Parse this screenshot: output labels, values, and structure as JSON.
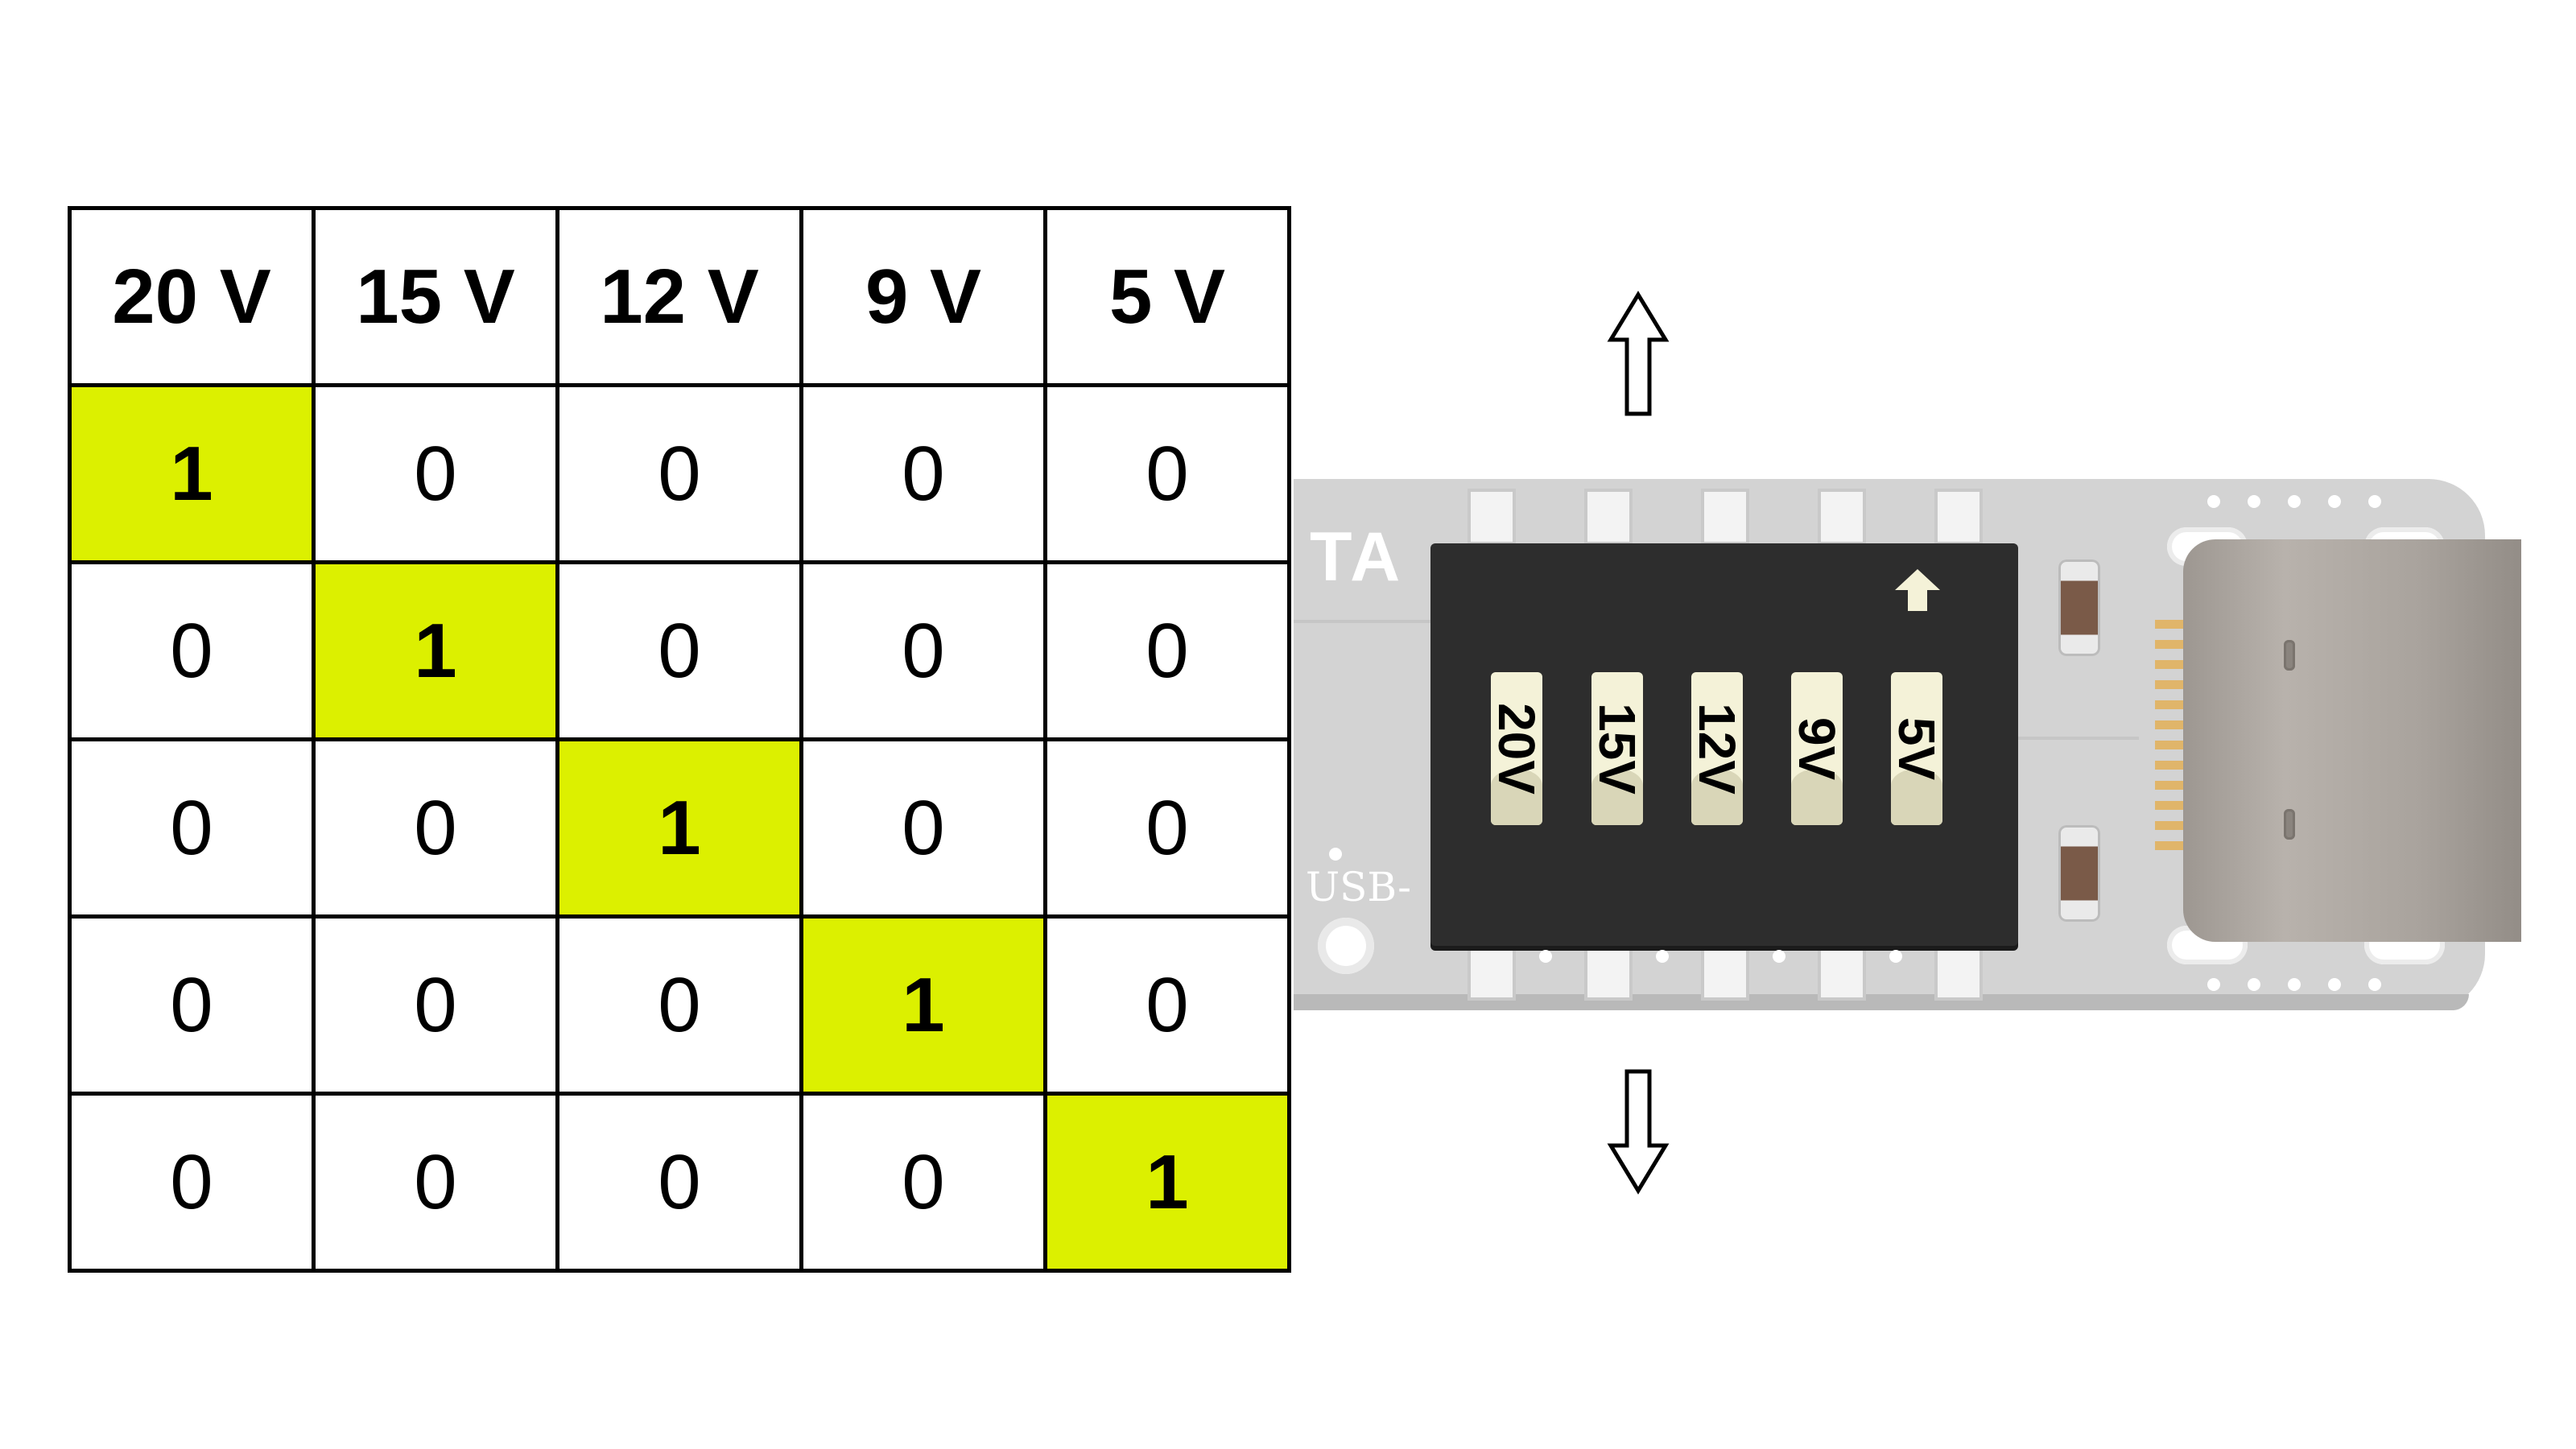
{
  "table": {
    "headers": [
      "20 V",
      "15 V",
      "12 V",
      "9 V",
      "5 V"
    ],
    "rows": [
      [
        "1",
        "0",
        "0",
        "0",
        "0"
      ],
      [
        "0",
        "1",
        "0",
        "0",
        "0"
      ],
      [
        "0",
        "0",
        "1",
        "0",
        "0"
      ],
      [
        "0",
        "0",
        "0",
        "1",
        "0"
      ],
      [
        "0",
        "0",
        "0",
        "0",
        "1"
      ]
    ],
    "highlight_color": "#dcf000"
  },
  "board": {
    "switch_labels": [
      "20V",
      "15V",
      "12V",
      "9V",
      "5V"
    ],
    "silkscreen_label": "USB-",
    "silkscreen_logo": "TA"
  },
  "icons": {
    "top": "up-arrow-icon",
    "bottom": "down-arrow-icon",
    "switch_direction": "up-arrow-icon"
  }
}
